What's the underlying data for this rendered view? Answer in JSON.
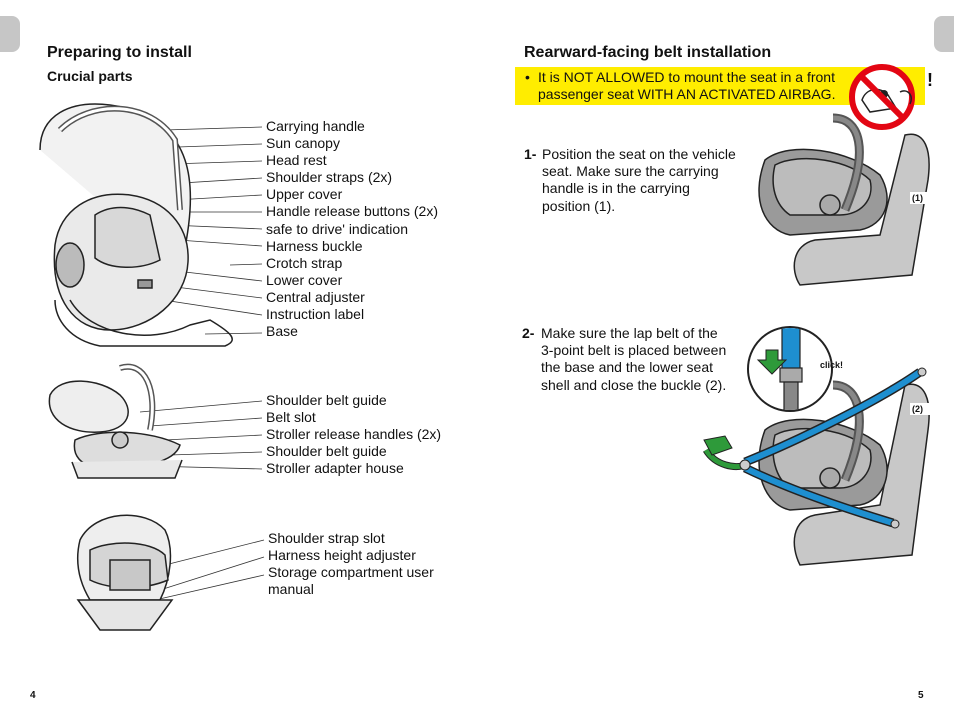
{
  "left": {
    "title": "Preparing to install",
    "subtitle": "Crucial parts",
    "group1": [
      "Carrying handle",
      "Sun canopy",
      "Head rest",
      "Shoulder straps (2x)",
      "Upper cover",
      "Handle release buttons (2x)",
      "safe to drive' indication",
      "Harness buckle",
      "Crotch strap",
      "Lower cover",
      "Central adjuster",
      "Instruction label",
      "Base"
    ],
    "group2": [
      "Shoulder belt guide",
      "Belt slot",
      "Stroller release handles (2x)",
      "Shoulder belt guide",
      "Stroller adapter house"
    ],
    "group3": [
      "Shoulder strap slot",
      "Harness height adjuster",
      "Storage compartment user",
      "manual"
    ],
    "page_number": "4"
  },
  "right": {
    "title": "Rearward-facing belt installation",
    "warning": {
      "bullet": "•",
      "line1": "It is NOT ALLOWED to mount the seat in a front",
      "line2": "passenger seat WITH AN ACTIVATED AIRBAG.",
      "exclamation": "!"
    },
    "step1": {
      "num": "1-",
      "lines": [
        "Position the seat on the vehicle",
        "seat. Make sure the carrying",
        "handle is in the carrying",
        "position (1)."
      ],
      "figure_label": "(1)"
    },
    "step2": {
      "num": "2-",
      "lines": [
        "Make sure the lap belt of the",
        "3-point belt is placed between",
        "the base and the lower seat",
        "shell and close the buckle (2)."
      ],
      "figure_label": "(2)",
      "click_label": "click!"
    },
    "page_number": "5"
  },
  "colors": {
    "warning_bg": "#ffed00",
    "belt_blue": "#1e8fd0",
    "arrow_green": "#2e9a3a",
    "prohibit_red": "#e30613",
    "seat_gray": "#c8c8c8",
    "tab_gray": "#c6c6c6"
  }
}
